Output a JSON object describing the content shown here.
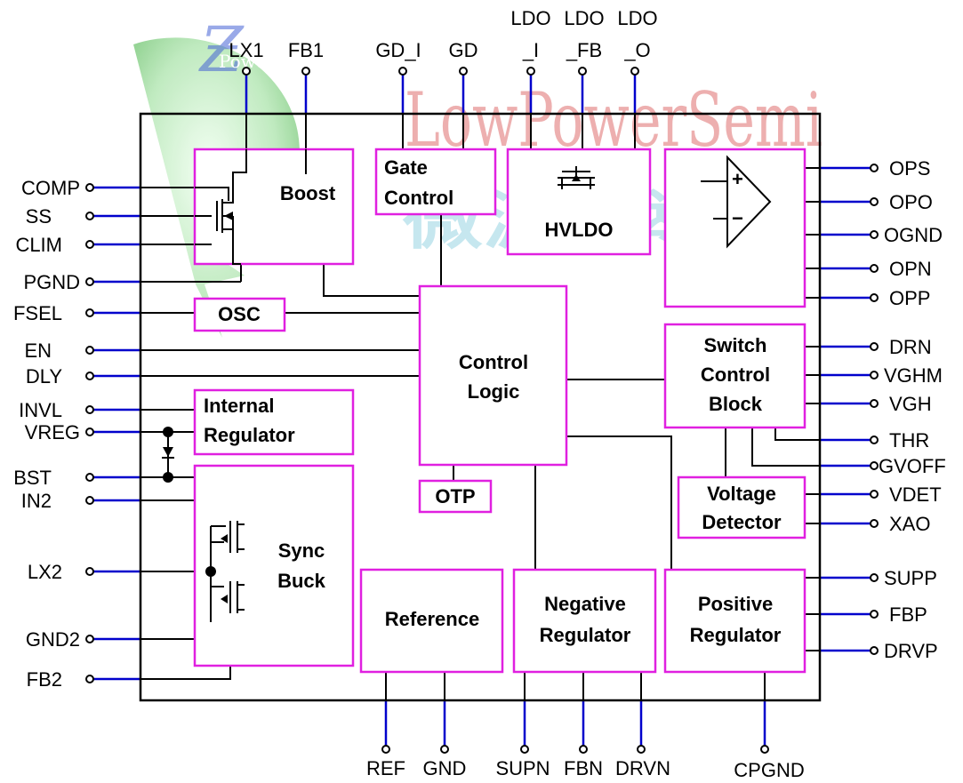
{
  "colors": {
    "pin_line": "#0000cc",
    "block_border": "#e020e0",
    "wire": "#000000",
    "watermark_red": "#cc2222",
    "watermark_cyan": "#30a8c8",
    "watermark_green": "#3cbf3c"
  },
  "watermark": {
    "brand": "LowPowerSemi",
    "chinese": "微源半導體",
    "logo_mark": "Powe"
  },
  "pins": {
    "top": [
      "LX1",
      "FB1",
      "GD_I",
      "GD"
    ],
    "top_ldo": {
      "line1": [
        "LDO",
        "LDO",
        "LDO"
      ],
      "line2": [
        "_I",
        "_FB",
        "_O"
      ]
    },
    "left": [
      "COMP",
      "SS",
      "CLIM",
      "PGND",
      "FSEL",
      "EN",
      "DLY",
      "INVL",
      "VREG",
      "BST",
      "IN2",
      "LX2",
      "GND2",
      "FB2"
    ],
    "right": [
      "OPS",
      "OPO",
      "OGND",
      "OPN",
      "OPP",
      "DRN",
      "VGHM",
      "VGH",
      "THR",
      "GVOFF",
      "VDET",
      "XAO",
      "SUPP",
      "FBP",
      "DRVP"
    ],
    "bottom": [
      "REF",
      "GND",
      "SUPN",
      "FBN",
      "DRVN",
      "CPGND"
    ]
  },
  "blocks": {
    "boost": "Boost",
    "gate_control": [
      "Gate",
      "Control"
    ],
    "hvldo": "HVLDO",
    "osc": "OSC",
    "control_logic": [
      "Control",
      "Logic"
    ],
    "switch_control": [
      "Switch",
      "Control",
      "Block"
    ],
    "internal_regulator": [
      "Internal",
      "Regulator"
    ],
    "otp": "OTP",
    "voltage_detector": [
      "Voltage",
      "Detector"
    ],
    "sync_buck": [
      "Sync",
      "Buck"
    ],
    "reference": "Reference",
    "negative_regulator": [
      "Negative",
      "Regulator"
    ],
    "positive_regulator": [
      "Positive",
      "Regulator"
    ]
  },
  "opamp_symbols": {
    "plus": "+",
    "minus": "−"
  }
}
